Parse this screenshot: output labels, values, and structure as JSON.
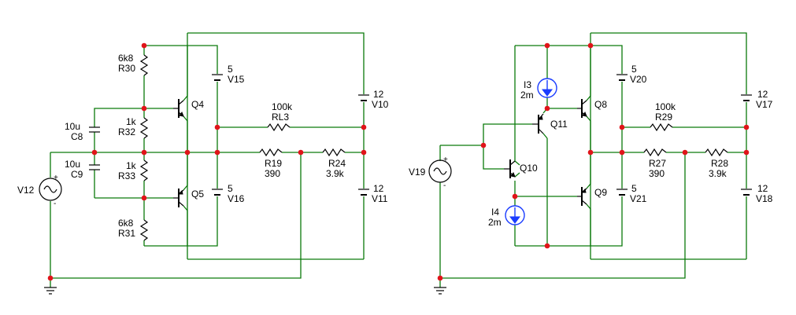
{
  "left": {
    "R30": {
      "name": "R30",
      "value": "6k8"
    },
    "R32": {
      "name": "R32",
      "value": "1k"
    },
    "R33": {
      "name": "R33",
      "value": "1k"
    },
    "R31": {
      "name": "R31",
      "value": "6k8"
    },
    "C8": {
      "name": "C8",
      "value": "10u"
    },
    "C9": {
      "name": "C9",
      "value": "10u"
    },
    "Q4": {
      "name": "Q4"
    },
    "Q5": {
      "name": "Q5"
    },
    "V15": {
      "name": "V15",
      "value": "5"
    },
    "V16": {
      "name": "V16",
      "value": "5"
    },
    "V10": {
      "name": "V10",
      "value": "12"
    },
    "V11": {
      "name": "V11",
      "value": "12"
    },
    "RL3": {
      "name": "RL3",
      "value": "100k"
    },
    "R19": {
      "name": "R19",
      "value": "390"
    },
    "R24": {
      "name": "R24",
      "value": "3.9k"
    },
    "V12": {
      "name": "V12",
      "plus": "+",
      "minus": "-"
    }
  },
  "right": {
    "I3": {
      "name": "I3",
      "value": "2m"
    },
    "I4": {
      "name": "I4",
      "value": "2m"
    },
    "Q8": {
      "name": "Q8"
    },
    "Q9": {
      "name": "Q9"
    },
    "Q10": {
      "name": "Q10"
    },
    "Q11": {
      "name": "Q11"
    },
    "V20": {
      "name": "V20",
      "value": "5"
    },
    "V21": {
      "name": "V21",
      "value": "5"
    },
    "V17": {
      "name": "V17",
      "value": "12"
    },
    "V18": {
      "name": "V18",
      "value": "12"
    },
    "R29": {
      "name": "R29",
      "value": "100k"
    },
    "R27": {
      "name": "R27",
      "value": "390"
    },
    "R28": {
      "name": "R28",
      "value": "3.9k"
    },
    "V19": {
      "name": "V19",
      "plus": "+",
      "minus": "-"
    }
  }
}
